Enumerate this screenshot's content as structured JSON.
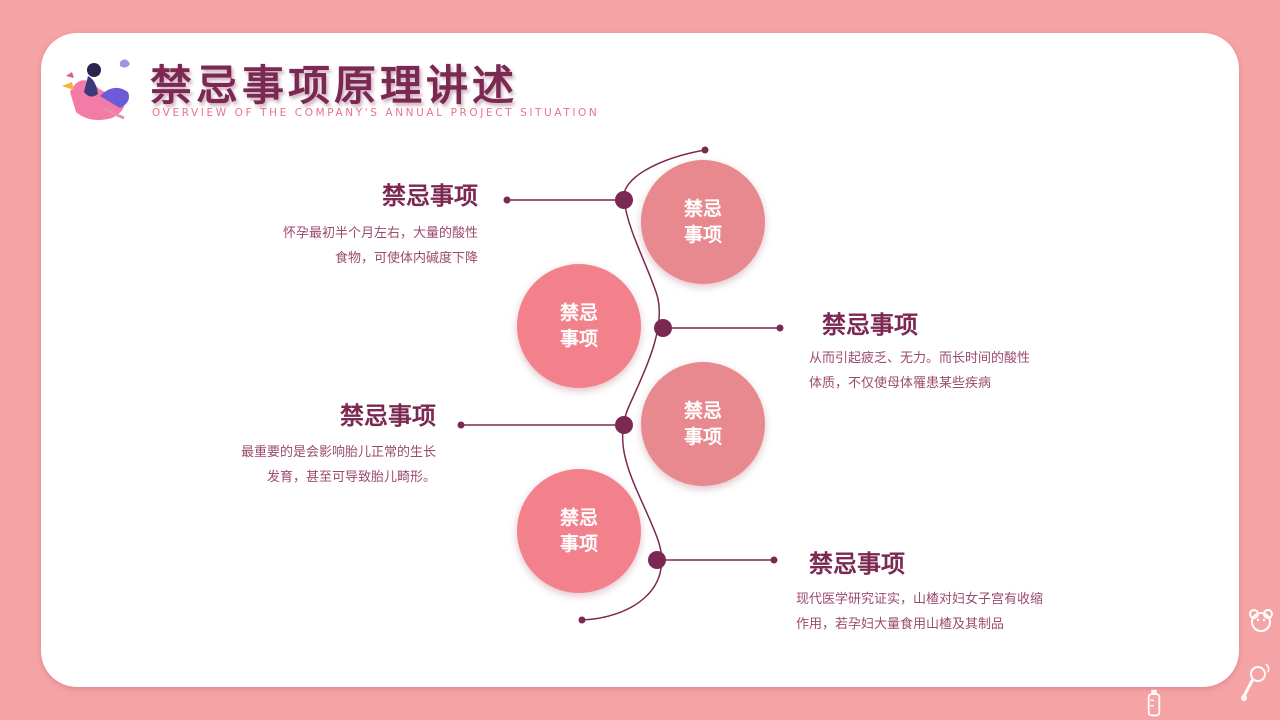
{
  "header": {
    "title": "禁忌事项原理讲述",
    "subtitle": "OVERVIEW OF THE COMPANY'S ANNUAL PROJECT SITUATION"
  },
  "colors": {
    "background": "#f6a3a6",
    "accent_dark": "#7b2852",
    "circle_pink": "#e8888f",
    "circle_rose": "#f2818b"
  },
  "circles": [
    {
      "line1": "禁忌",
      "line2": "事项"
    },
    {
      "line1": "禁忌",
      "line2": "事项"
    },
    {
      "line1": "禁忌",
      "line2": "事项"
    },
    {
      "line1": "禁忌",
      "line2": "事项"
    }
  ],
  "items": [
    {
      "title": "禁忌事项",
      "lines": [
        "怀孕最初半个月左右，大量的酸性",
        "食物，可使体内碱度下降"
      ]
    },
    {
      "title": "禁忌事项",
      "lines": [
        "从而引起疲乏、无力。而长时间的酸性",
        "体质，不仅使母体罹患某些疾病"
      ]
    },
    {
      "title": "禁忌事项",
      "lines": [
        "最重要的是会影响胎儿正常的生长",
        "发育，甚至可导致胎儿畸形。"
      ]
    },
    {
      "title": "禁忌事项",
      "lines": [
        "现代医学研究证实，山楂对妇女子宫有收缩",
        "作用，若孕妇大量食用山楂及其制品"
      ]
    }
  ],
  "icons": {
    "logo": "pregnant-woman-illustration-icon",
    "teddy": "teddy-bear-icon",
    "rattle": "baby-rattle-icon",
    "bottle": "baby-bottle-icon"
  }
}
